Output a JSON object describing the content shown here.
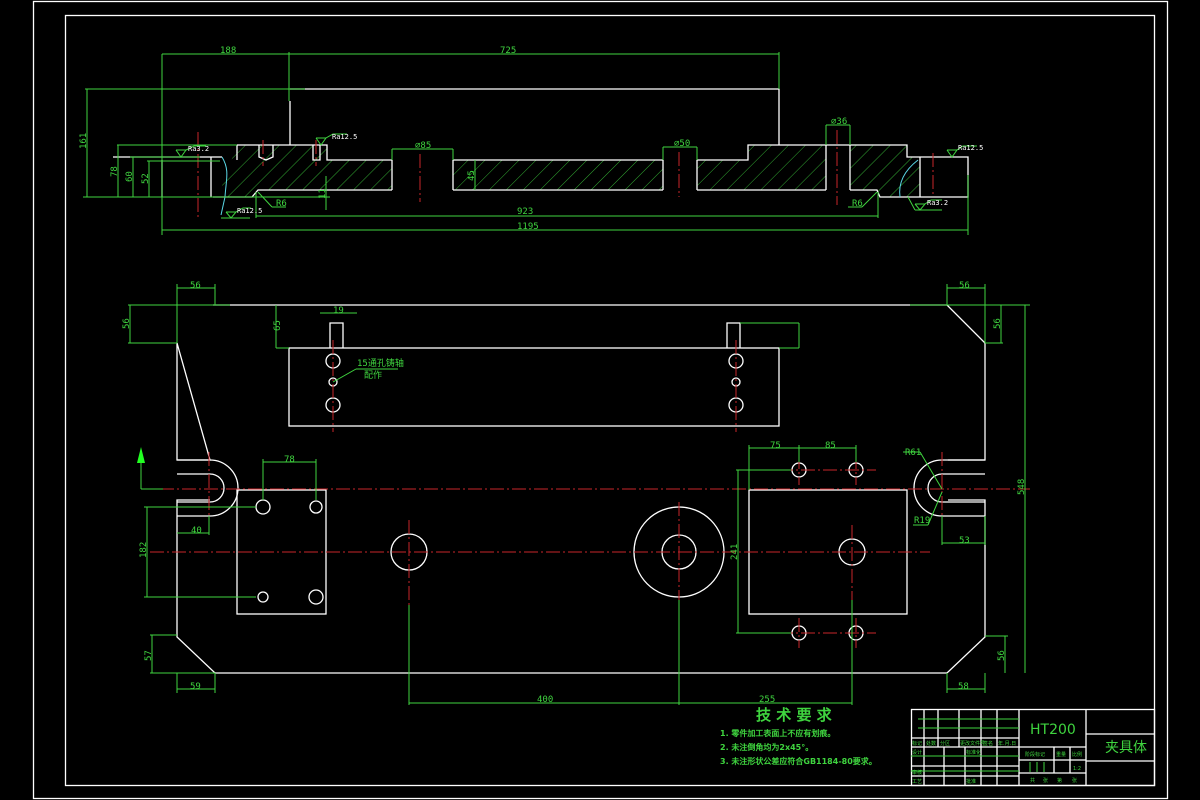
{
  "drawing": {
    "background": "#000000",
    "colors": {
      "outline": "#ffffff",
      "dimension": "#3fd43f",
      "centerline": "#c8262a",
      "break_line": "#5ad7e6"
    },
    "section_view": {
      "dims": {
        "top_left_188": "188",
        "top_725": "725",
        "height_161": "161",
        "height_78": "78",
        "height_60": "60",
        "height_52": "52",
        "depth_11": "11",
        "depth_45": "45",
        "hole_85": "⌀85",
        "hole_50": "⌀50",
        "hole_36": "⌀36",
        "radius_left": "R6",
        "radius_right": "R6",
        "length_923": "923",
        "length_1195": "1195"
      },
      "roughness": [
        "Ra3.2",
        "Ra12.5",
        "Ra12.5",
        "Ra12.5",
        "Ra3.2"
      ]
    },
    "plan_view": {
      "dims": {
        "chamfer_tl_w": "56",
        "chamfer_tl_h": "56",
        "slot_19": "19",
        "height_65": "65",
        "chamfer_tr_w": "56",
        "chamfer_tr_h": "56",
        "slot_pitch_78": "78",
        "slot_40": "40",
        "span_182": "182",
        "chamfer_bl_h": "57",
        "chamfer_bl_w": "59",
        "pitch_75": "75",
        "pitch_85": "85",
        "radius_61": "R61",
        "radius_19": "R19",
        "height_241": "241",
        "slot_53": "53",
        "total_548": "548",
        "chamfer_br_h": "56",
        "chamfer_br_w": "58",
        "span_400": "400",
        "span_255": "255"
      },
      "note_label": "15通孔铸轴",
      "note_label2": "配作"
    },
    "tech_requirements": {
      "title": "技 术 要 求",
      "items": [
        "1. 零件加工表面上不应有划痕。",
        "2. 未注倒角均为2x45°。",
        "3. 未注形状公差应符合GB1184-80要求。"
      ]
    },
    "title_block": {
      "material": "HT200",
      "part_name": "夹具体",
      "headers": [
        "标记",
        "处数",
        "分区",
        "更改文件号",
        "签名",
        "年.月.日"
      ],
      "rows": [
        "设计",
        "审核",
        "工艺"
      ],
      "std": "标准化",
      "approve": "批准",
      "stage": "阶段标记",
      "weight": "重量",
      "scale": "比例",
      "sheet": [
        "共",
        "张",
        "第",
        "张"
      ],
      "scale_value": "1:2"
    }
  }
}
